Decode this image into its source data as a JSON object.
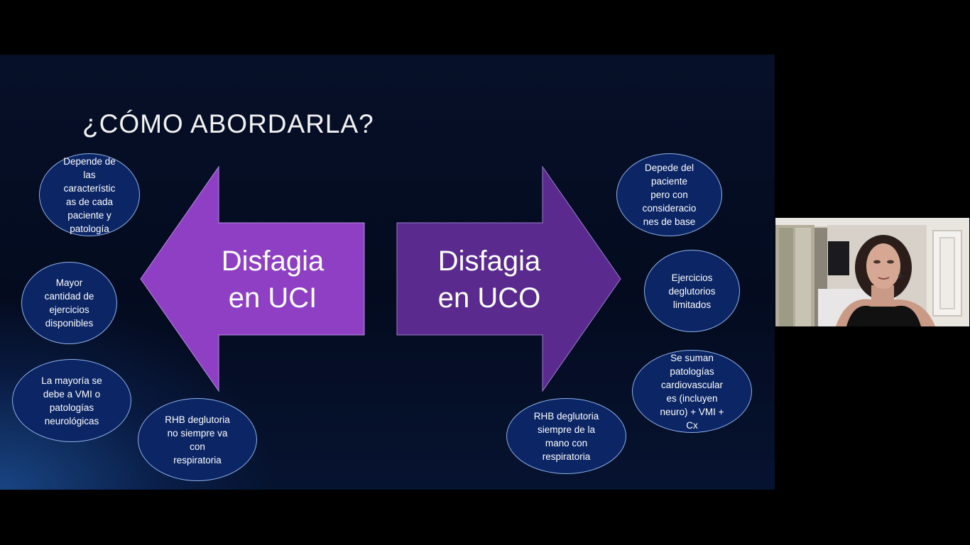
{
  "slide": {
    "title": "¿CÓMO ABORDARLA?",
    "left_arrow": {
      "lines": [
        "Disfagia",
        "en UCI"
      ],
      "color": "#8e3fc3"
    },
    "right_arrow": {
      "lines": [
        "Disfagia",
        "en UCO"
      ],
      "color": "#5a2a8f"
    },
    "left_ovals": [
      {
        "lines": [
          "Depende de",
          "las",
          "característic",
          "as de cada",
          "paciente y",
          "patología"
        ]
      },
      {
        "lines": [
          "Mayor",
          "cantidad de",
          "ejercicios",
          "disponibles"
        ]
      },
      {
        "lines": [
          "La mayoría se",
          "debe a VMI o",
          "patologías",
          "neurológicas"
        ]
      },
      {
        "lines": [
          "RHB deglutoria",
          "no siempre va",
          "con",
          "respiratoria"
        ]
      }
    ],
    "right_ovals": [
      {
        "lines": [
          "Depede del",
          "paciente",
          "pero con",
          "consideracio",
          "nes de base"
        ]
      },
      {
        "lines": [
          "Ejercicios",
          "deglutorios",
          "limitados"
        ]
      },
      {
        "lines": [
          "Se suman",
          "patologías",
          "cardiovascular",
          "es (incluyen",
          "neuro) + VMI +",
          "Cx"
        ]
      },
      {
        "lines": [
          "RHB deglutoria",
          "siempre de la",
          "mano con",
          "respiratoria"
        ]
      }
    ],
    "oval_color": "#0b2565"
  },
  "webcam": {
    "icon": "participant-video-icon"
  }
}
